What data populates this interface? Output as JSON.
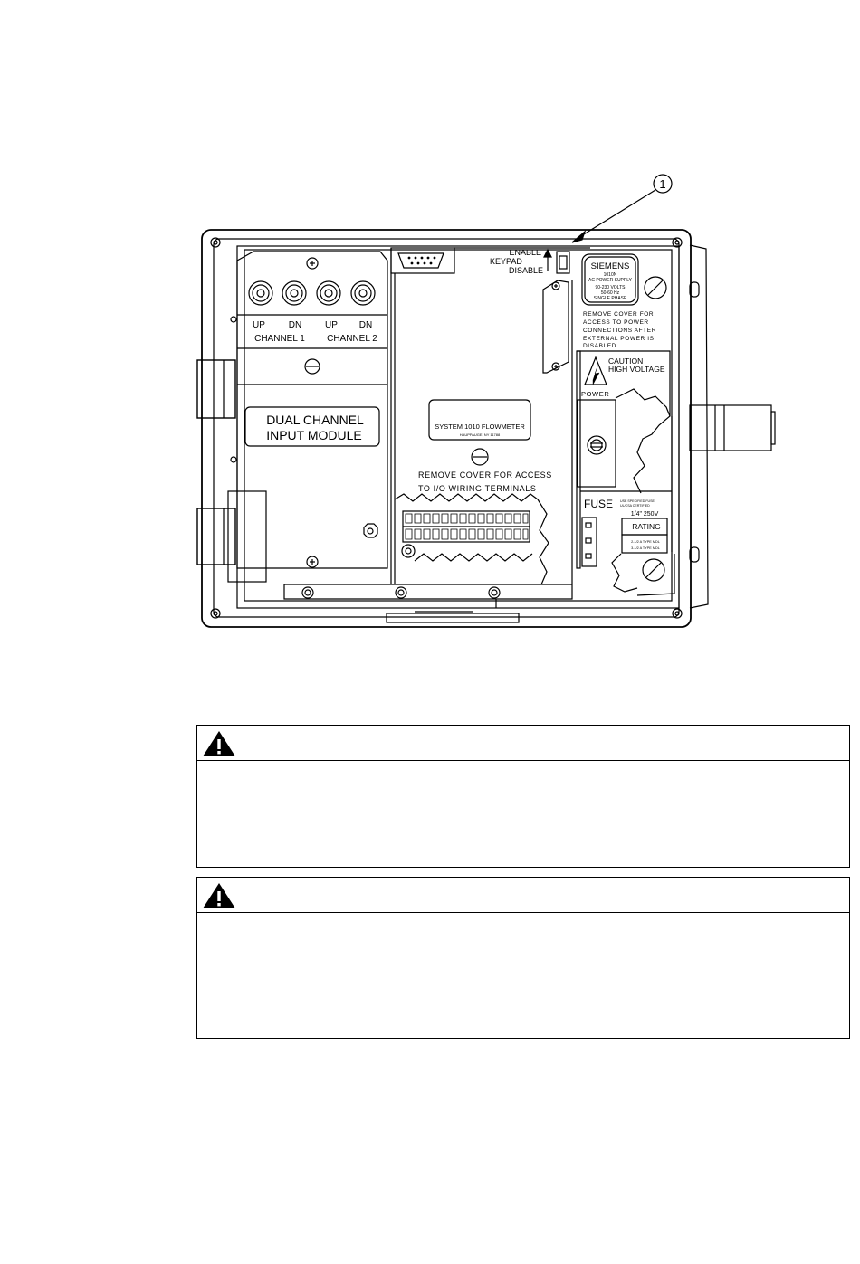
{
  "figure": {
    "callout_number": "1",
    "keypad": {
      "enable": "ENABLE",
      "keypad": "KEYPAD",
      "disable": "DISABLE"
    },
    "connectors": {
      "labels": [
        "UP",
        "DN",
        "UP",
        "DN"
      ],
      "channel1": "CHANNEL 1",
      "channel2": "CHANNEL 2"
    },
    "module_label": {
      "line1": "DUAL CHANNEL",
      "line2": "INPUT MODULE"
    },
    "nameplate": {
      "title": "SYSTEM 1010 FLOWMETER",
      "location": "HAUPPAUGE, NY 11788"
    },
    "io_cover_text": {
      "line1": "REMOVE COVER FOR ACCESS",
      "line2": "TO I/O WIRING TERMINALS"
    },
    "power_label": {
      "brand": "SIEMENS",
      "model": "1010N",
      "type": "AC POWER SUPPLY",
      "volts": "90-230 VOLTS",
      "freq": "50-60 Hz",
      "phase": "SINGLE PHASE"
    },
    "power_cover_text": [
      "REMOVE COVER FOR",
      "ACCESS TO POWER",
      "CONNECTIONS AFTER",
      "EXTERNAL POWER IS",
      "DISABLED"
    ],
    "caution": {
      "line1": "CAUTION",
      "line2": "HIGH VOLTAGE"
    },
    "power_switch": "POWER",
    "fuse": {
      "label": "FUSE",
      "note1": "USE SPECIFIED FUSE",
      "note2": "UL/CSA CERTIFIED",
      "size": "1/4\" 250V",
      "rating": "RATING",
      "rating1": "2-1/2 A TYPE MDL",
      "rating2": "3-1/2 A TYPE MDL"
    }
  },
  "warnings": [
    {
      "icon": "warning-triangle-icon"
    },
    {
      "icon": "warning-triangle-icon"
    }
  ]
}
